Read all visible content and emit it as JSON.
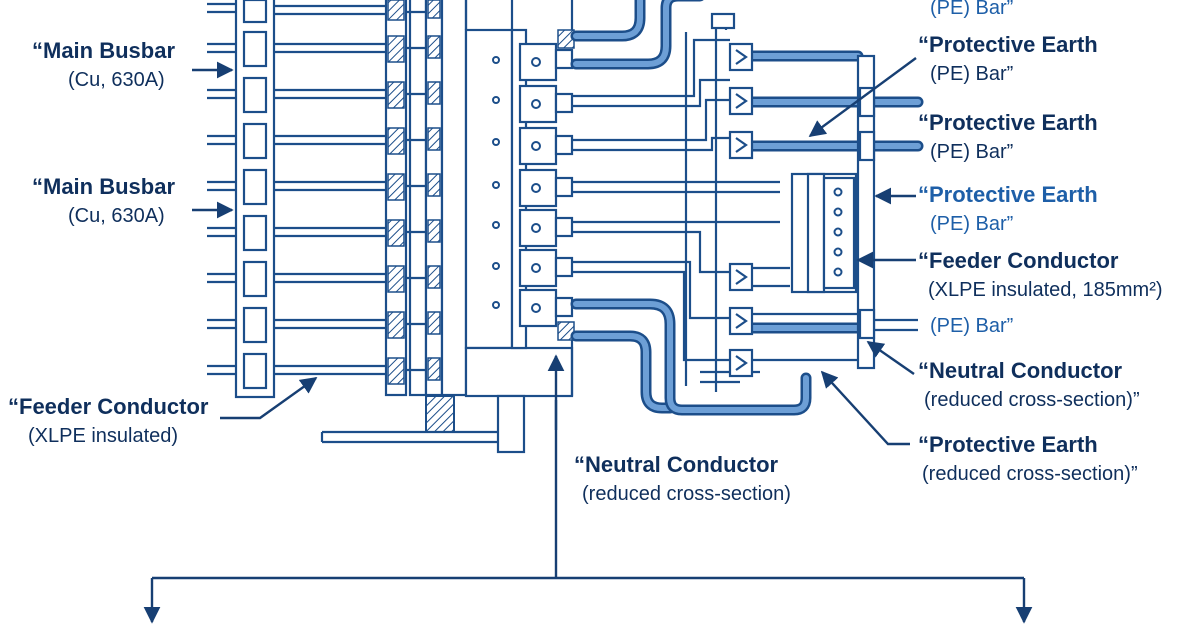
{
  "colors": {
    "line": "#1c4e8a",
    "text_dark": "#0f2f5c",
    "text_blue": "#1e5fa8",
    "cable_fill": "#6d9fd6",
    "background": "#ffffff"
  },
  "labels": {
    "pe_bar_top": "(PE) Bar”",
    "main_busbar_1": {
      "title": "“Main Busbar",
      "sub": "(Cu, 630A)"
    },
    "main_busbar_2": {
      "title": "“Main Busbar",
      "sub": "(Cu, 630A)"
    },
    "feeder_left": {
      "title": "“Feeder Conductor",
      "sub": "(XLPE insulated)"
    },
    "pe_1": {
      "title": "“Protective Earth",
      "sub": "(PE) Bar”"
    },
    "pe_2": {
      "title": "“Protective Earth",
      "sub": "(PE) Bar”"
    },
    "pe_3": {
      "title": "“Protective Earth",
      "sub": "(PE) Bar”"
    },
    "feeder_right": {
      "title": "“Feeder Conductor",
      "sub": "(XLPE insulated, 185mm²)"
    },
    "pe_bar_mid": "(PE) Bar”",
    "neutral_right": {
      "title": "“Neutral Conductor",
      "sub": "(reduced cross-section)”"
    },
    "pe_reduced": {
      "title": "“Protective Earth",
      "sub": "(reduced cross-section)”"
    },
    "neutral_center": {
      "title": "“Neutral Conductor",
      "sub": "(reduced cross-section)"
    }
  }
}
